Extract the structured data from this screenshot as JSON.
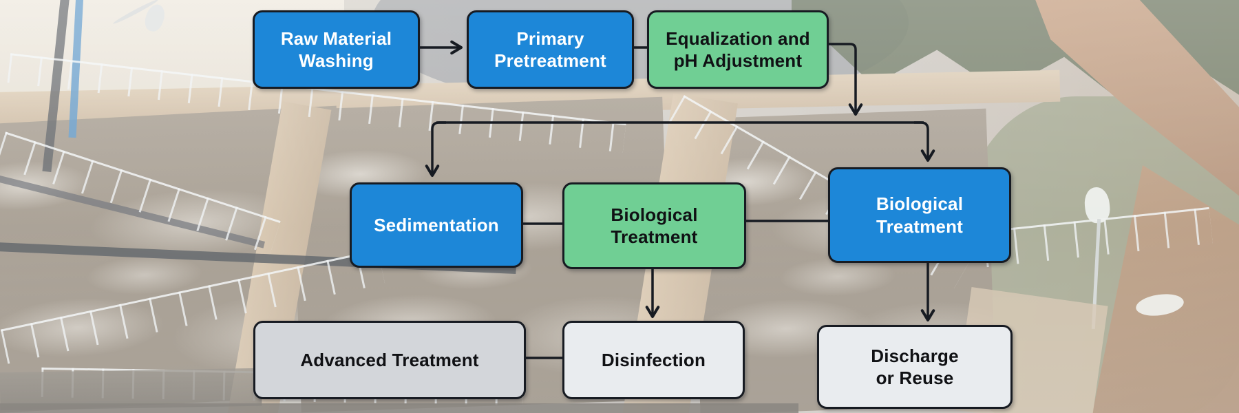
{
  "figure": {
    "type": "flowchart",
    "subject": "Wastewater treatment process flow overlaid on a photo of a treatment plant with aeration basins",
    "nodes": {
      "raw_washing": {
        "label": "Raw Material\nWashing",
        "style": "blue"
      },
      "primary_pretreat": {
        "label": "Primary\nPretreatment",
        "style": "blue"
      },
      "equalization": {
        "label": "Equalization and\npH Adjustment",
        "style": "green"
      },
      "sedimentation": {
        "label": "Sedimentation",
        "style": "blue"
      },
      "biological_mid": {
        "label": "Biological\nTreatment",
        "style": "green"
      },
      "biological_right": {
        "label": "Biological\nTreatment",
        "style": "blue"
      },
      "advanced": {
        "label": "Advanced Treatment",
        "style": "gray"
      },
      "disinfection": {
        "label": "Disinfection",
        "style": "light"
      },
      "discharge": {
        "label": "Discharge\nor Reuse",
        "style": "light"
      }
    },
    "edges": [
      {
        "from": "raw_washing",
        "to": "primary_pretreat",
        "arrow": true
      },
      {
        "from": "primary_pretreat",
        "to": "equalization",
        "arrow": false
      },
      {
        "from": "equalization",
        "to": "split-line",
        "arrow": true
      },
      {
        "from": "split-line",
        "to": "sedimentation",
        "arrow": true
      },
      {
        "from": "split-line",
        "to": "biological_right",
        "arrow": true
      },
      {
        "from": "sedimentation",
        "to": "biological_mid",
        "arrow": false
      },
      {
        "from": "biological_mid",
        "to": "biological_right",
        "arrow": false
      },
      {
        "from": "biological_mid",
        "to": "disinfection",
        "arrow": true
      },
      {
        "from": "biological_right",
        "to": "discharge",
        "arrow": true
      },
      {
        "from": "advanced",
        "to": "disinfection",
        "arrow": false
      }
    ],
    "colors": {
      "node_blue": "#1d87d8",
      "node_green": "#70cf94",
      "node_gray": "#d3d6da",
      "node_light": "#e9ecef",
      "line_and_border": "#171b22",
      "text_on_blue": "#ffffff",
      "text_on_green": "#101114"
    }
  }
}
